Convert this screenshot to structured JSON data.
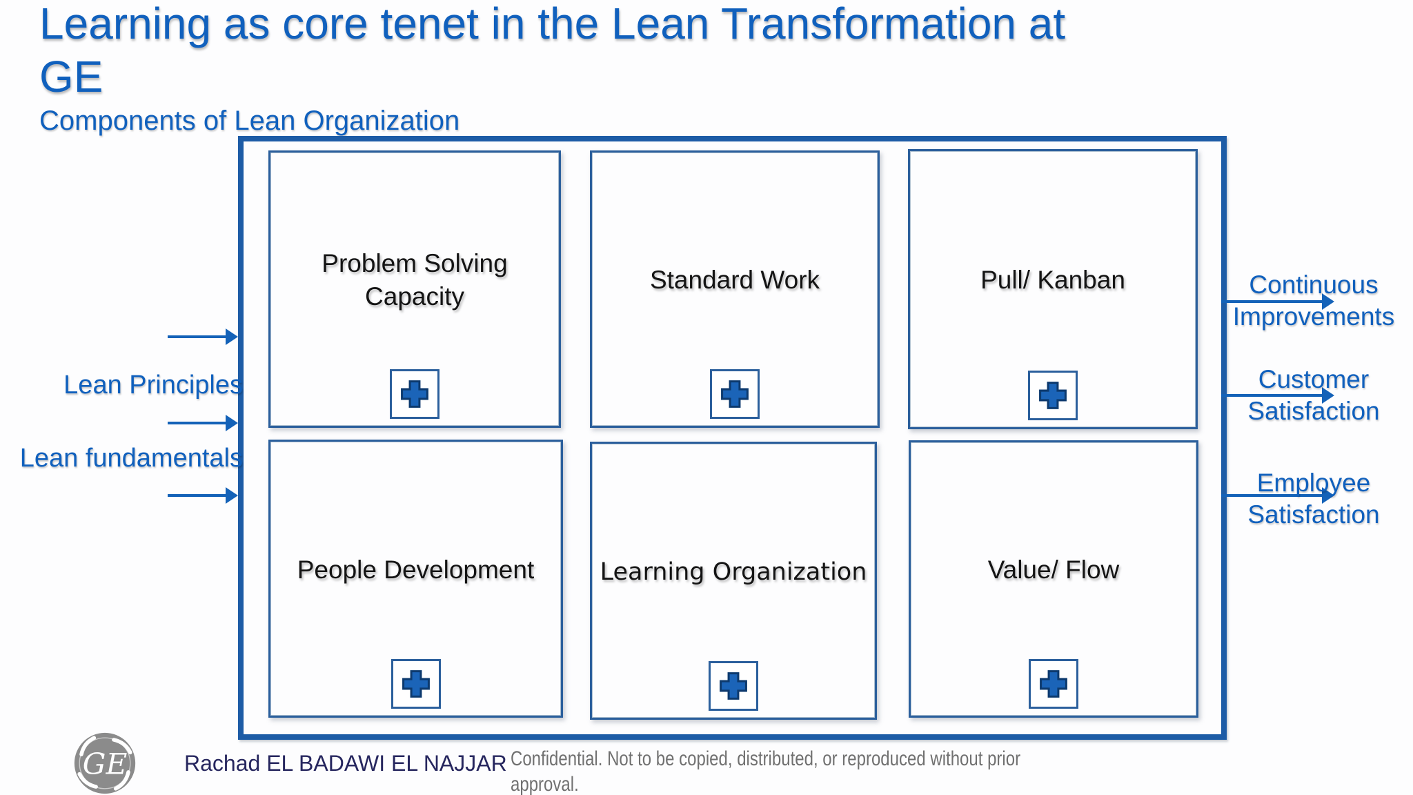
{
  "slide": {
    "title": "Learning as core tenet in the Lean Transformation at\nGE",
    "subtitle": "Components of Lean Organization"
  },
  "diagram": {
    "inputs": [
      {
        "label": "Lean Principles"
      },
      {
        "label": "Lean fundamentals"
      }
    ],
    "components": [
      {
        "label": "Problem Solving\nCapacity"
      },
      {
        "label": "Standard Work"
      },
      {
        "label": "Pull/ Kanban"
      },
      {
        "label": "People Development"
      },
      {
        "label": "Learning Organization"
      },
      {
        "label": "Value/ Flow"
      }
    ],
    "outcomes": [
      {
        "label": "Continuous\nImprovements"
      },
      {
        "label": "Customer\nSatisfaction"
      },
      {
        "label": "Employee\nSatisfaction"
      }
    ]
  },
  "footer": {
    "logo_text": "GE",
    "author": "Rachad EL BADAWI EL NAJJAR",
    "confidential": "Confidential. Not to be copied, distributed, or reproduced without prior\napproval."
  },
  "colors": {
    "accent_blue": "#1060bd",
    "frame_blue": "#1d5ca6",
    "box_border_blue": "#2b5f9c",
    "cross_fill": "#1b64b8",
    "cross_outline": "#0d3a6e",
    "author_navy": "#26265e",
    "note_gray": "#707070",
    "logo_gray": "#8b8b8b"
  }
}
